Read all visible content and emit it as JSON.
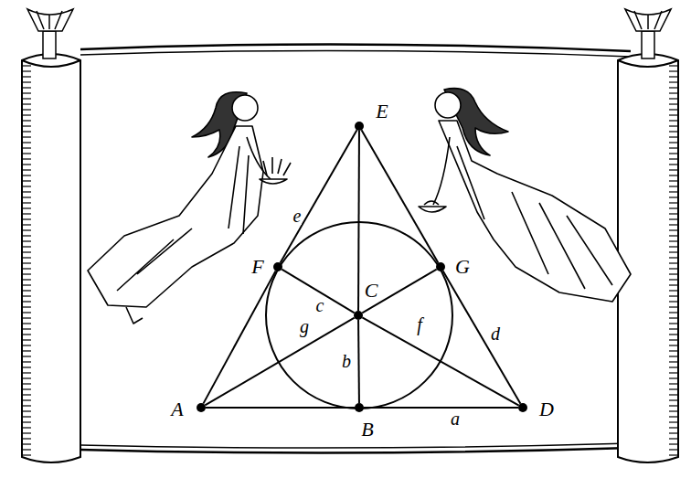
{
  "diagram": {
    "nodes": [
      {
        "text": [
          "E"
        ]
      },
      {
        "text": [
          "F"
        ]
      },
      {
        "text": [
          "G"
        ]
      },
      {
        "text": [
          "C"
        ]
      },
      {
        "text": [
          "A"
        ]
      },
      {
        "text": [
          "B"
        ]
      },
      {
        "text": [
          "D"
        ]
      }
    ],
    "edges": [
      {
        "from": 4,
        "to": 5,
        "arrow": "none"
      },
      {
        "from": 5,
        "to": 6,
        "label": "a",
        "arrow": "none"
      },
      {
        "from": 0,
        "to": 1,
        "label": "e",
        "arrow": "none"
      },
      {
        "from": 1,
        "to": 4,
        "arrow": "none"
      },
      {
        "from": 0,
        "to": 2,
        "arrow": "none"
      },
      {
        "from": 2,
        "to": 6,
        "label": "d",
        "arrow": "none"
      },
      {
        "from": 0,
        "to": 3,
        "arrow": "none"
      },
      {
        "from": 3,
        "to": 5,
        "label": "b",
        "arrow": "none"
      },
      {
        "from": 1,
        "to": 3,
        "label": "c",
        "arrow": "none"
      },
      {
        "from": 3,
        "to": 6,
        "arrow": "none"
      },
      {
        "from": 4,
        "to": 3,
        "label": "g",
        "arrow": "none"
      },
      {
        "from": 3,
        "to": 2,
        "arrow": "none"
      }
    ],
    "labels": [
      "f"
    ]
  }
}
